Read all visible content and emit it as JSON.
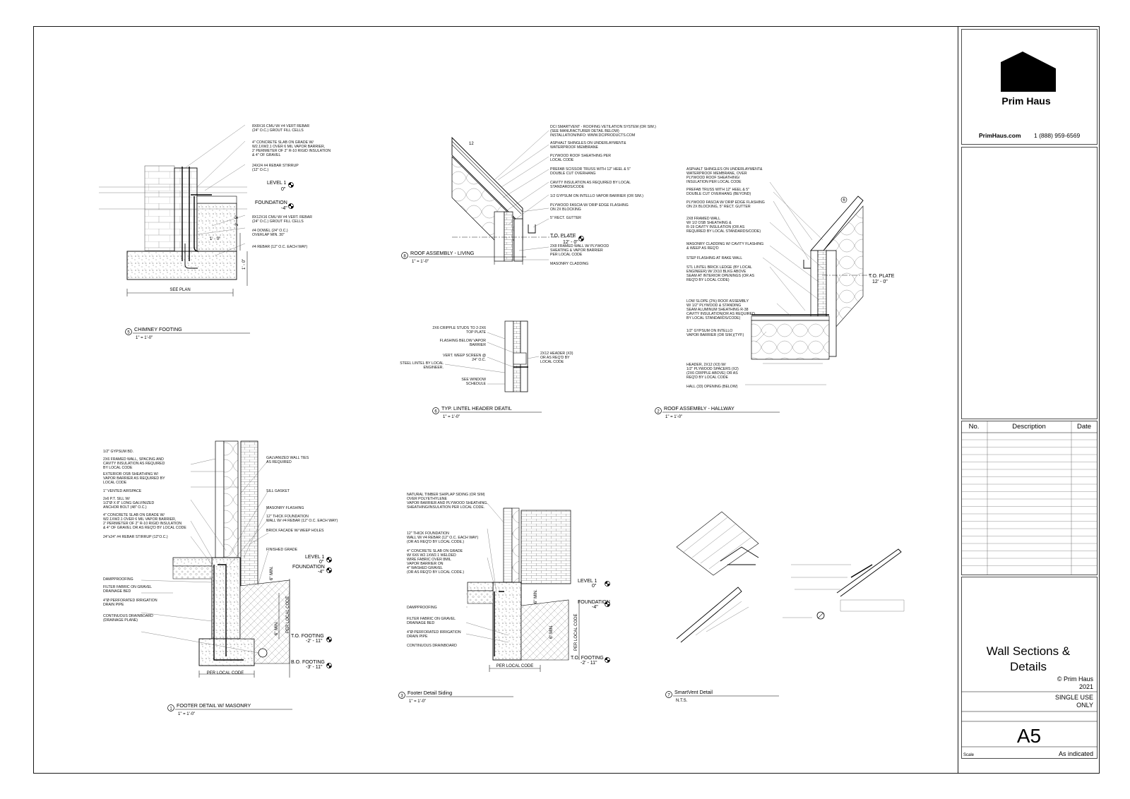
{
  "title_block": {
    "brand": "Prim Haus",
    "website": "PrimHaus.com",
    "phone": "1 (888) 959-6569",
    "rev_headers": [
      "No.",
      "Description",
      "Date"
    ],
    "sheet_title_line1": "Wall Sections &",
    "sheet_title_line2": "Details",
    "copyright": "© Prim Haus",
    "year": "2021",
    "use_line1": "SINGLE USE",
    "use_line2": "ONLY",
    "sheet_number": "A5",
    "scale_label": "Scale",
    "scale_value": "As indicated"
  },
  "details": {
    "d5": {
      "num": "5",
      "title": "CHIMNEY FOOTING",
      "scale": "1\" = 1'-0\"",
      "notes": [
        "8X8X16 CMU W/ #4 VERT REBAR",
        "(24\" O.C.) GROUT FILL CELLS",
        "4\" CONCRETE SLAB ON GRADE W/",
        "W2.1XW2.1 OVER 6 MIL VAPOR BARRIER,",
        "2' PERIMETER OF 2\" R-10 RIGID INSULATION",
        "& 4\" OF GRAVEL",
        "24X24 #4 REBAR STIRRUP",
        "(12\" O.C.)",
        "8X12X16 CMU W/ #4 VERT. REBAR",
        "(24\" O.C.) GROUT FILL CELLS",
        "#4 DOWEL (24\" O.C.)",
        "OVERLAP MIN. 30\"",
        "#4 REBAR (12\" O.C. EACH WAY)"
      ],
      "level1": "LEVEL 1",
      "level1_el": "0\"",
      "foundation": "FOUNDATION",
      "foundation_el": "-4\"",
      "dim1": "1' - 0\"",
      "dim2": "2' - 5\"",
      "dim3": "1' - 0\"",
      "see_plan": "SEE PLAN"
    },
    "d8": {
      "num": "8",
      "title": "ROOF ASSEMBLY - LIVING",
      "scale": "1\" = 1'-0\"",
      "notes": [
        "DCI SMARTVENT - ROOFING VETILATION SYSTEM (OR SIM.)",
        "(SEE MANUFACTURER DETAIL BELOW)",
        "INSTALLATION/INFO: WWW.DCIPRODUCTS.COM",
        "ASPHALT SHINGLES ON UNDERLAYMENT&",
        "WATERPROOF MEMBRANE",
        "PLYWOOD ROOF SHEATHING PER",
        "LOCAL CODE",
        "PREFAB SCISSOR TRUSS WITH 12\" HEEL & 5\"",
        "DOUBLE CUT OVERHANG",
        "CAVITY INSULATION AS REQUIRED BY LOCAL",
        "STANDARDS/CODE",
        "1/2 GYPSUM ON INTELLO VAPOR BARRIER (OR SIM.)",
        "PLYWOOD FASCIA W/ DRIP EDGE FLASHING",
        "ON 2X BLOCKING",
        "5\" RECT. GUTTER",
        "2X8 FRAMED WALL W/ PLYWOOD",
        "SHEATING & VAPOR BARRIER",
        "PER LOCAL CODE",
        "MASONRY CLADDING"
      ],
      "plate": "T.O. PLATE",
      "plate_el": "12' - 0\"",
      "pitch": "12"
    },
    "d2": {
      "num": "2",
      "title": "ROOF ASSEMBLY - HALLWAY",
      "scale": "1\" = 1'-0\"",
      "notes": [
        "ASPHALT SHINGLES ON UNDERLAYMENT&",
        "WATERPROOF MEMBRANE, OVER",
        " PLYWOOD ROOF SHEATHING/",
        "INSULATION PER LOCAL CODE",
        "PREFAB TRUSS WITH 12\" HEEL & 5\"",
        "DOUBLE CUT OVERHANG (BEYOND)",
        "PLYWOOD FASCIA W/ DRIP EDGE FLASHING",
        "ON 2X BLOCKING, 5\" RECT. GUTTER",
        "2X8 FRAMED WALL",
        "W/  1/2 OSB SHEATHING &",
        "R-19 CAVITY INSULATION (OR AS",
        "REQUIRED BY LOCAL STANDARDS/CODE)",
        "MASONRY CLADDING W/ CAVITY FLASHING",
        "& WEEP AS REQ'D",
        "STEP FLASHING AT RAKE WALL",
        "STL LINTEL BRICK LEDGE (BY LOCAL",
        "ENGINEER) W/ 2X10 BLKG ABOVE",
        "SEAM AT INTERIOR OPENINGS (OR AS",
        "REQ'D BY LOCAL CODE)",
        "LOW SLOPE (2%) ROOF ASSEMBLY",
        "W/ 1/2\" PLYWOOD & STANDING",
        "SEAM ALUMINUM SHEATHING R-38",
        "CAVITY INSULATION(OR AS REQUIRED",
        "BY LOCAL STANDARDS/CODE)",
        "1/2\" GYPSUM ON INTELLO",
        "VAPOR BARRIER (OR SIM.)(TYP.)",
        "HEADER, 2X12 (X3) W/",
        "1/2\" PLYWOOD SPACERS (X2)",
        "(2X6 CRIPPLE ABOVE) OR AS",
        "REQ'D BY LOCAL CODE",
        "HALL (33) OPENING (BELOW)"
      ],
      "plate": "T.O. PLATE",
      "plate_el": "12' - 0\"",
      "pitch": "6"
    },
    "d6": {
      "num": "6",
      "title": "TYP. LINTEL HEADER DEATIL",
      "scale": "1\" = 1'-0\"",
      "notes": [
        "2X6 CRIPPLE STUDS TO 2-2X6",
        "TOP PLATE",
        "FLASHING BELOW VAPOR",
        "BARRIER",
        "VERT. WEEP SCREEN @",
        "24\" O.C.",
        "STEEL LINTEL BY LOCAL",
        "ENGINEER.",
        "SEE WINDOW",
        "SCHEDULE",
        "2X12 HEADER (X3)",
        "OR AS REQ'D BY",
        "LOCAL CODE"
      ]
    },
    "d1": {
      "num": "1",
      "title": "FOOTER DETAIL W/ MASONRY",
      "scale": "1\" = 1'-0\"",
      "notes_left": [
        "1/2\" GYPSUM BD.",
        "2X6 FRAMED WALL, SPACING AND",
        "CAVITY INSULATION AS REQUIRED",
        " BY LOCAL CODE",
        "EXTERIOR OSB SHEATHING W/",
        "VAPOR BARRIER AS REQUIRED BY",
        "LOCAL CODE",
        "1\" VENTED AIRSPACE",
        "2x6 P.T. SILL W/",
        "1/2\"Ø X 8\" LONG GALVINIZED",
        "ANCHOR BOLT (48\" O.C.)",
        "4\" CONCRETE SLAB ON GRADE W/",
        "W2.1XW2.1 OVER 6 MIL VAPOR BARRIER,",
        "2' PERIMETER OF 2\" R-10 RIGID INSULATION",
        "& 4\" OF GRAVEL OR AS REQ'D BY LOCAL CODE",
        "24\"x24\" #4 REBAR STIRRUP (12\"O.C.)",
        "DAMPPROOFING",
        "FILTER FABRIC ON GRAVEL",
        "DRAINAGE BED",
        "4\"Ø PERFORATED IRRIGATION",
        "DRAIN PIPE",
        "CONTINUOUS DRAINBOARD",
        "(DRAINAGE PLANE)"
      ],
      "notes_right": [
        "GALVANIZED WALL TIES",
        "AS REQUIRED",
        "SILL GASKET",
        "MASONRY FLASHING",
        "12\" THICK FOUNDATION",
        "WALL W/ #4 REBAR (12\" O.C. EACH WAY)",
        "BRICK FACADE W/ WEEP HOLES",
        "FINISHED GRADE"
      ],
      "level1": "LEVEL 1",
      "level1_el": "0\"",
      "foundation": "FOUNDATION",
      "foundation_el": "-4\"",
      "tof": "T.O. FOOTING",
      "tof_el": "-2' - 11\"",
      "bof": "B.O. FOOTING",
      "bof_el": "-3' - 11\"",
      "dim_min": "6\" MIN.",
      "per_local": "PER LOCAL CODE",
      "per_local_bottom": "PER LOCAL CODE"
    },
    "d3": {
      "num": "3",
      "title": "Footer Detail Siding",
      "scale": "1\" = 1'-0\"",
      "notes": [
        "NATURAL TIMBER SHIPLAP SIDING (OR SIM)",
        "OVER POLYETHYLENE",
        "VAPOR BARRIER AND PLYWOOD SHEATHING.",
        "SHEATHING/INSULATION PER LOCAL CODE.",
        "12\" THICK FOUNDATION",
        "WALL W/ #4 REBAR (12\" O.C. EACH WAY)",
        "(OR AS REQ'D BY LOCAL CODE.)",
        "4\" CONCRETE SLAB ON GRADE",
        "W/ 6X6 W2.1XW2.1 WELDED",
        "WIRE FABRIC OVER 8MIL",
        "VAPOR BARRIER ON",
        "4\" WASHED GRAVEL",
        "(OR AS REQ'D BY LOCAL CODE.)",
        "DAMPPROOFING",
        "FILTER FABRIC ON GRAVEL",
        "DRAINAGE BED",
        "4\"Ø PERFORATED IRRIGATION",
        "DRAIN PIPE",
        "CONTINUOUS DRAINBOARD"
      ],
      "level1": "LEVEL 1",
      "level1_el": "0\"",
      "foundation": "FOUNDATION",
      "foundation_el": "-4\"",
      "tof": "T.O. FOOTING",
      "tof_el": "-2' - 11\"",
      "dim_min": "6\" MIN.",
      "per_local": "PER LOCAL CODE",
      "per_local_bottom": "PER LOCAL CODE"
    },
    "d7": {
      "num": "7",
      "title": "SmartVent Detail",
      "scale": "N.T.S."
    }
  }
}
